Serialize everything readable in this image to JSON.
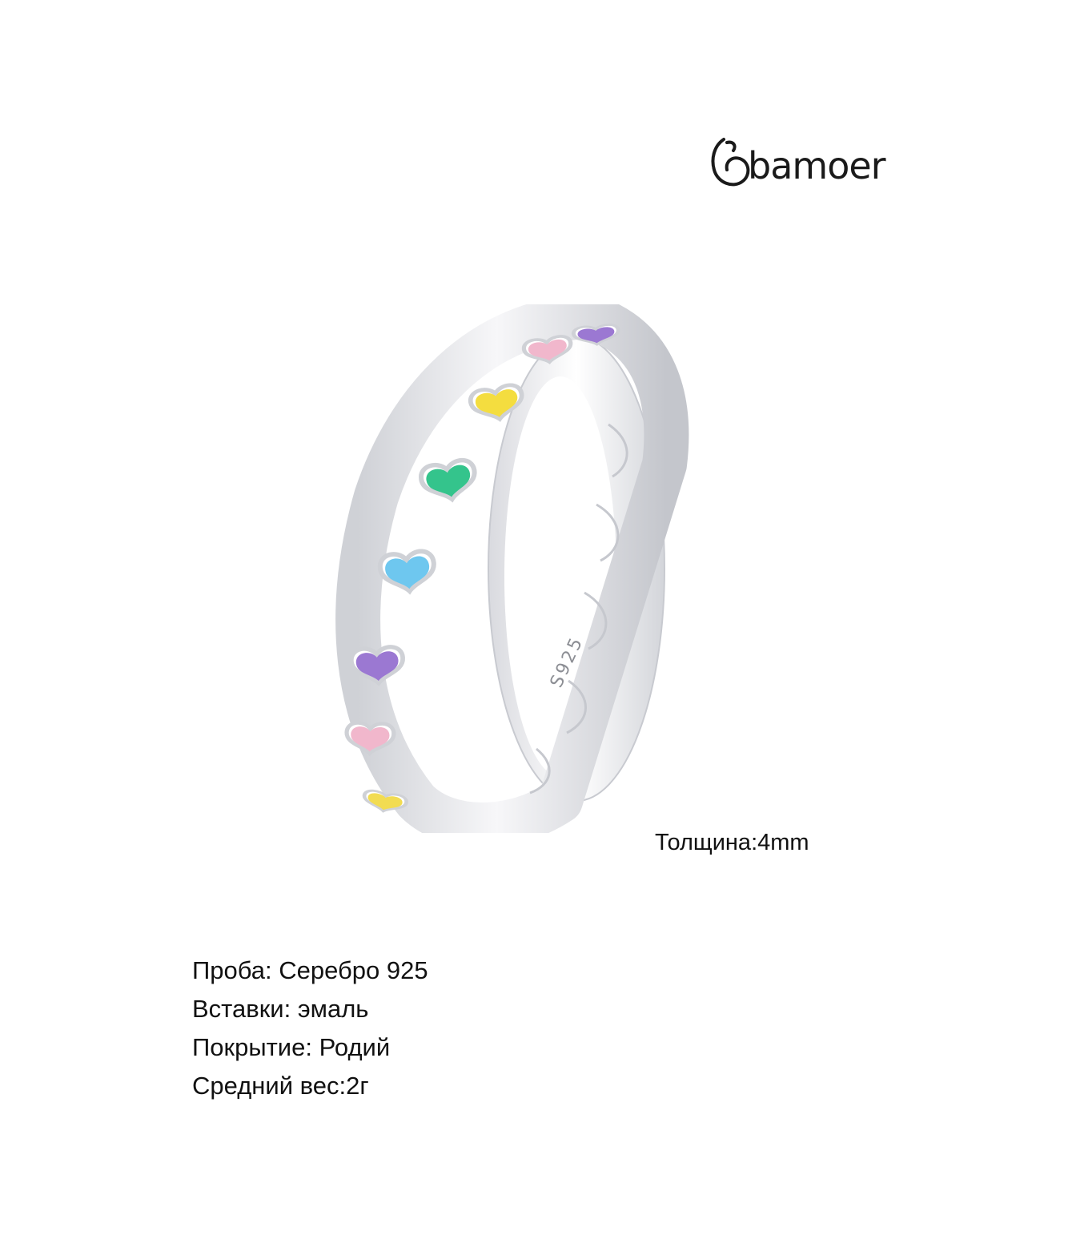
{
  "brand": {
    "logo_text": "bamoer",
    "logo_icon": "bamoer-swirl-logo-icon"
  },
  "product_image": {
    "icon": "heart-ring-icon",
    "stamp_text": "S925",
    "enamel_colors": [
      "#f1b7cc",
      "#f4dd3f",
      "#34c48c",
      "#6ec7ef",
      "#9b78d2",
      "#f1b7cc",
      "#f2dc52"
    ],
    "metal_color": "#e8e9ec"
  },
  "thickness_label": "Толщина:4mm",
  "specs": [
    "Проба: Серебро 925",
    "Вставки: эмаль",
    "Покрытие: Родий",
    "Средний вес:2г"
  ]
}
